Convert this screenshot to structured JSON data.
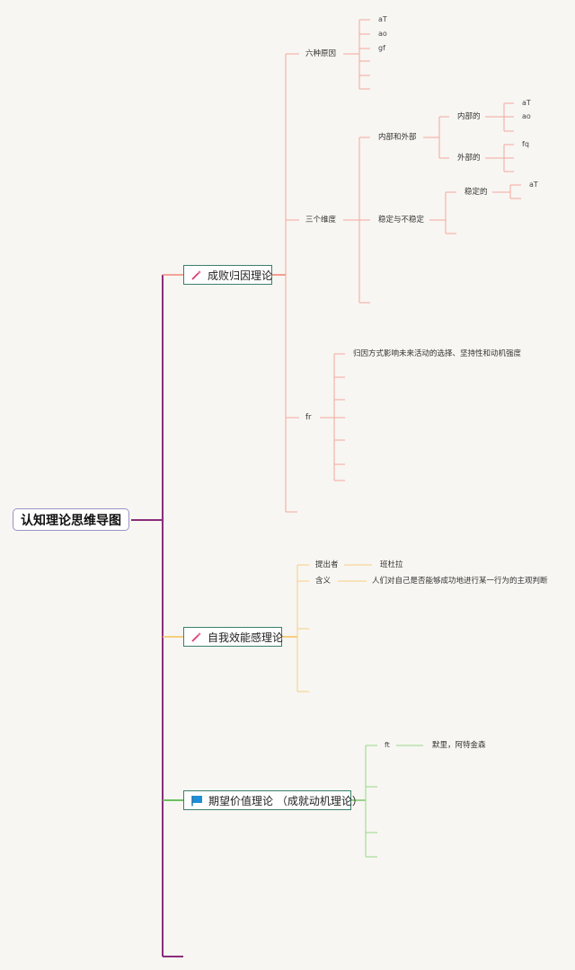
{
  "root": "认知理论思维导图",
  "b1": {
    "title": "成败归因理论",
    "six": {
      "label": "六种原因",
      "items": [
        "aT",
        "ao",
        "gf"
      ]
    },
    "three": {
      "label": "三个维度",
      "inout": {
        "label": "内部和外部",
        "inner": {
          "label": "内部的",
          "items": [
            "aT",
            "ao"
          ]
        },
        "outer": {
          "label": "外部的",
          "items": [
            "fq"
          ]
        }
      },
      "stab": {
        "label": "稳定与不稳定",
        "stable": {
          "label": "稳定的",
          "items": [
            "aT"
          ]
        }
      }
    },
    "fr": {
      "label": "fr",
      "desc": "归因方式影响未来活动的选择、坚持性和动机强度"
    }
  },
  "b2": {
    "title": "自我效能感理论",
    "proposer_label": "提出者",
    "proposer": "班杜拉",
    "meaning_label": "含义",
    "meaning": "人们对自己是否能够成功地进行某一行为的主观判断"
  },
  "b3": {
    "title": "期望价值理论 （成就动机理论）",
    "ft_label": "ft",
    "ft_value": "默里，阿特金森"
  },
  "colors": {
    "b1": "#f4867a",
    "b2": "#f6c15a",
    "b3": "#7cc76a",
    "trunk": "#8b2d7b"
  }
}
